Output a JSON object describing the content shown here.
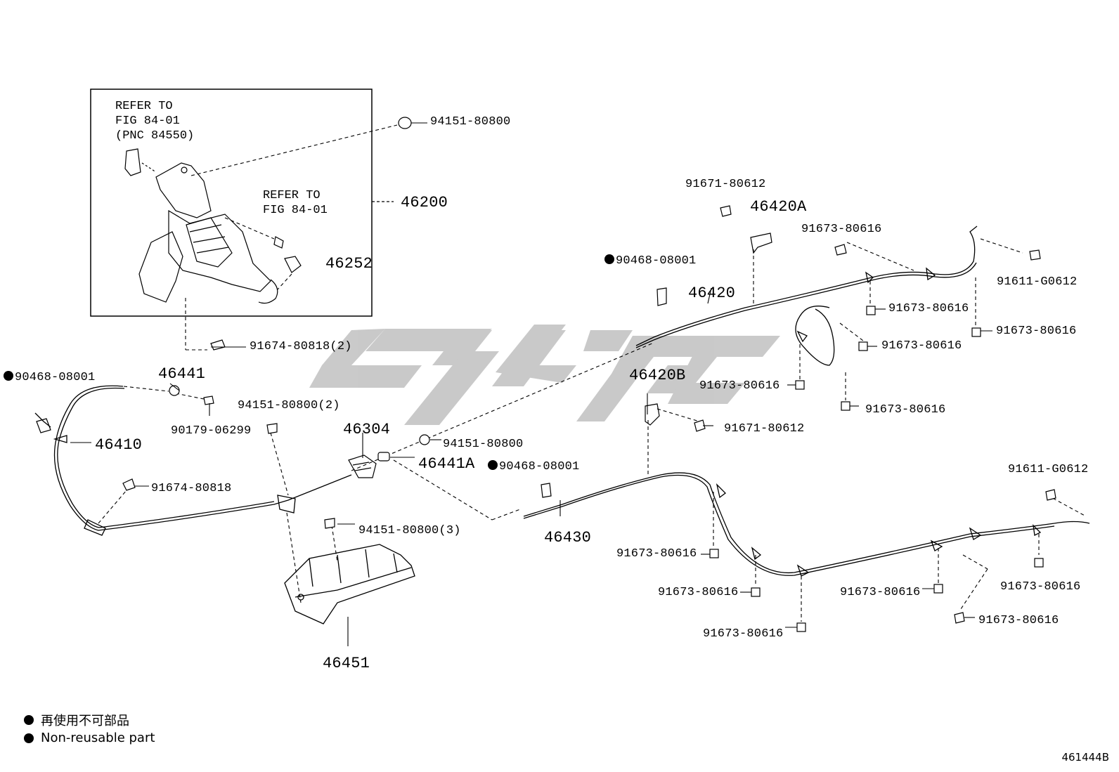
{
  "labels": {
    "p46200": "46200",
    "p46252": "46252",
    "p94151_80800_top": "94151-80800",
    "p91674_80818_2": "91674-80818(2)",
    "p90468_left": "90468-08001",
    "p46441": "46441",
    "p90179": "90179-06299",
    "p94151_80800_2": "94151-80800(2)",
    "p46410": "46410",
    "p91674_80818": "91674-80818",
    "p46304": "46304",
    "p94151_80800_mid": "94151-80800",
    "p46441A": "46441A",
    "p94151_80800_3": "94151-80800(3)",
    "p46451": "46451",
    "p90468_mid_upper": "90468-08001",
    "p46420": "46420",
    "p91671_80612_top": "91671-80612",
    "p46420A": "46420A",
    "p91673_a": "91673-80616",
    "p91611_top": "91611-G0612",
    "p91673_b": "91673-80616",
    "p91673_c": "91673-80616",
    "p91673_d": "91673-80616",
    "p91673_e": "91673-80616",
    "p91673_f": "91673-80616",
    "p46420B": "46420B",
    "p91671_80612_mid": "91671-80612",
    "p90468_mid_lower": "90468-08001",
    "p46430": "46430",
    "p91611_bottom": "91611-G0612",
    "p91673_g": "91673-80616",
    "p91673_h": "91673-80616",
    "p91673_i": "91673-80616",
    "p91673_j": "91673-80616",
    "p91673_k": "91673-80616",
    "p91673_l": "91673-80616"
  },
  "notes": {
    "refer_fig_pnc": "REFER TO\nFIG 84-01\n(PNC 84550)",
    "refer_fig": "REFER TO\nFIG 84-01"
  },
  "legend": {
    "japanese": "再使用不可部品",
    "english": "Non-reusable part"
  },
  "image_number": "461444B",
  "colors": {
    "line": "#000000",
    "watermark": "#bdbdbd"
  }
}
